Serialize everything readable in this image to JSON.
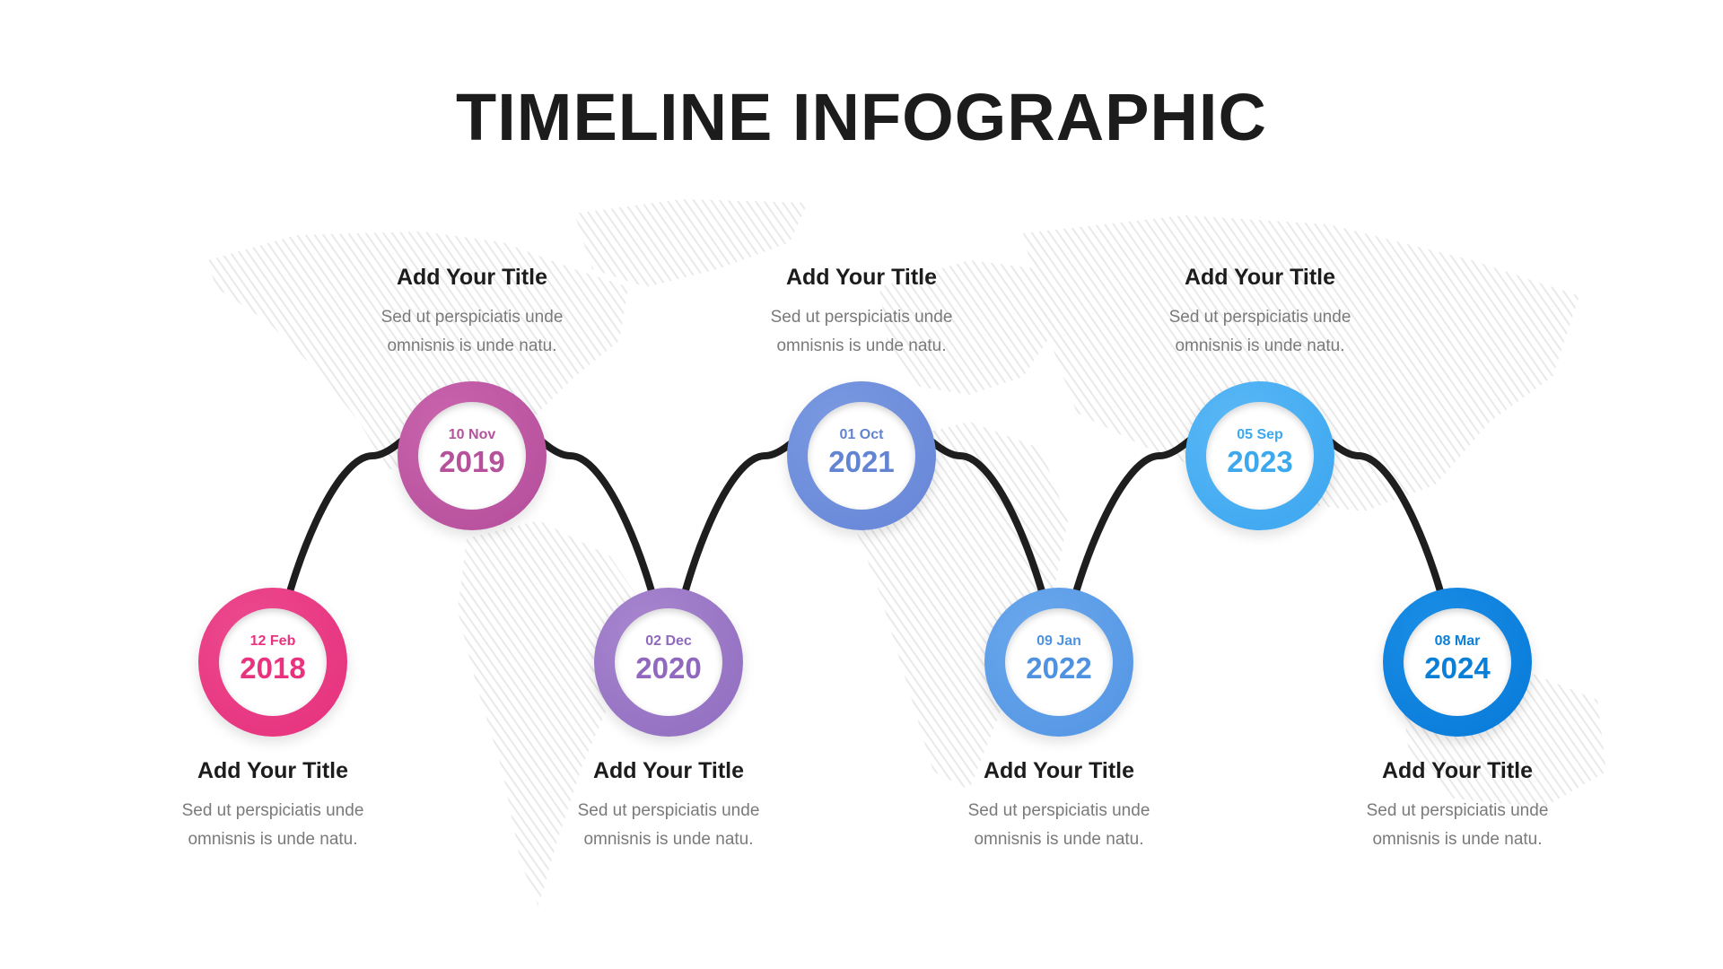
{
  "title": "TIMELINE INFOGRAPHIC",
  "colors": {
    "background": "#ffffff",
    "title": "#1c1c1c",
    "connector": "#1e1e1e",
    "map": "#e9e9e9"
  },
  "milestones": [
    {
      "date": "12 Feb",
      "year": "2018",
      "title": "Add Your Title",
      "desc": "Sed ut perspiciatis unde omnisnis is unde natu.",
      "color": "#ec4a8f",
      "color_dark": "#e62f7c",
      "text_color": "#e8337e",
      "row": "lower"
    },
    {
      "date": "10 Nov",
      "year": "2019",
      "title": "Add Your Title",
      "desc": "Sed ut perspiciatis unde omnisnis is unde natu.",
      "color": "#c964ad",
      "color_dark": "#b44d9a",
      "text_color": "#b5529b",
      "row": "upper"
    },
    {
      "date": "02 Dec",
      "year": "2020",
      "title": "Add Your Title",
      "desc": "Sed ut perspiciatis unde omnisnis is unde natu.",
      "color": "#a886cf",
      "color_dark": "#8f6cbf",
      "text_color": "#9068bd",
      "row": "lower"
    },
    {
      "date": "01 Oct",
      "year": "2021",
      "title": "Add Your Title",
      "desc": "Sed ut perspiciatis unde omnisnis is unde natu.",
      "color": "#7b9ae2",
      "color_dark": "#6584d6",
      "text_color": "#6383d3",
      "row": "upper"
    },
    {
      "date": "09 Jan",
      "year": "2022",
      "title": "Add Your Title",
      "desc": "Sed ut perspiciatis unde omnisnis is unde natu.",
      "color": "#6aa8ec",
      "color_dark": "#5294e4",
      "text_color": "#4f92e0",
      "row": "lower"
    },
    {
      "date": "05 Sep",
      "year": "2023",
      "title": "Add Your Title",
      "desc": "Sed ut perspiciatis unde omnisnis is unde natu.",
      "color": "#5ab8f5",
      "color_dark": "#3aa5f0",
      "text_color": "#3ca8ee",
      "row": "upper"
    },
    {
      "date": "08 Mar",
      "year": "2024",
      "title": "Add Your Title",
      "desc": "Sed ut perspiciatis unde omnisnis is unde natu.",
      "color": "#1b8ee6",
      "color_dark": "#0678d8",
      "text_color": "#0a7fd8",
      "row": "lower"
    }
  ]
}
